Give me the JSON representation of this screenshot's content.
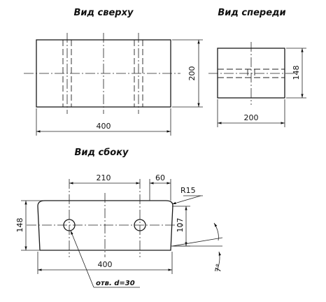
{
  "views": {
    "top": {
      "title": "Вид сверху"
    },
    "front": {
      "title": "Вид спереди"
    },
    "side": {
      "title": "Вид сбоку"
    }
  },
  "dimensions": {
    "top_length": "400",
    "top_width": "200",
    "front_width": "200",
    "front_height": "148",
    "side_hole_spacing": "210",
    "side_offset": "60",
    "side_radius": "R15",
    "side_height": "148",
    "side_inner_height": "107",
    "side_length": "400",
    "side_angle": "7°"
  },
  "notes": {
    "hole": "отв. d=30"
  }
}
